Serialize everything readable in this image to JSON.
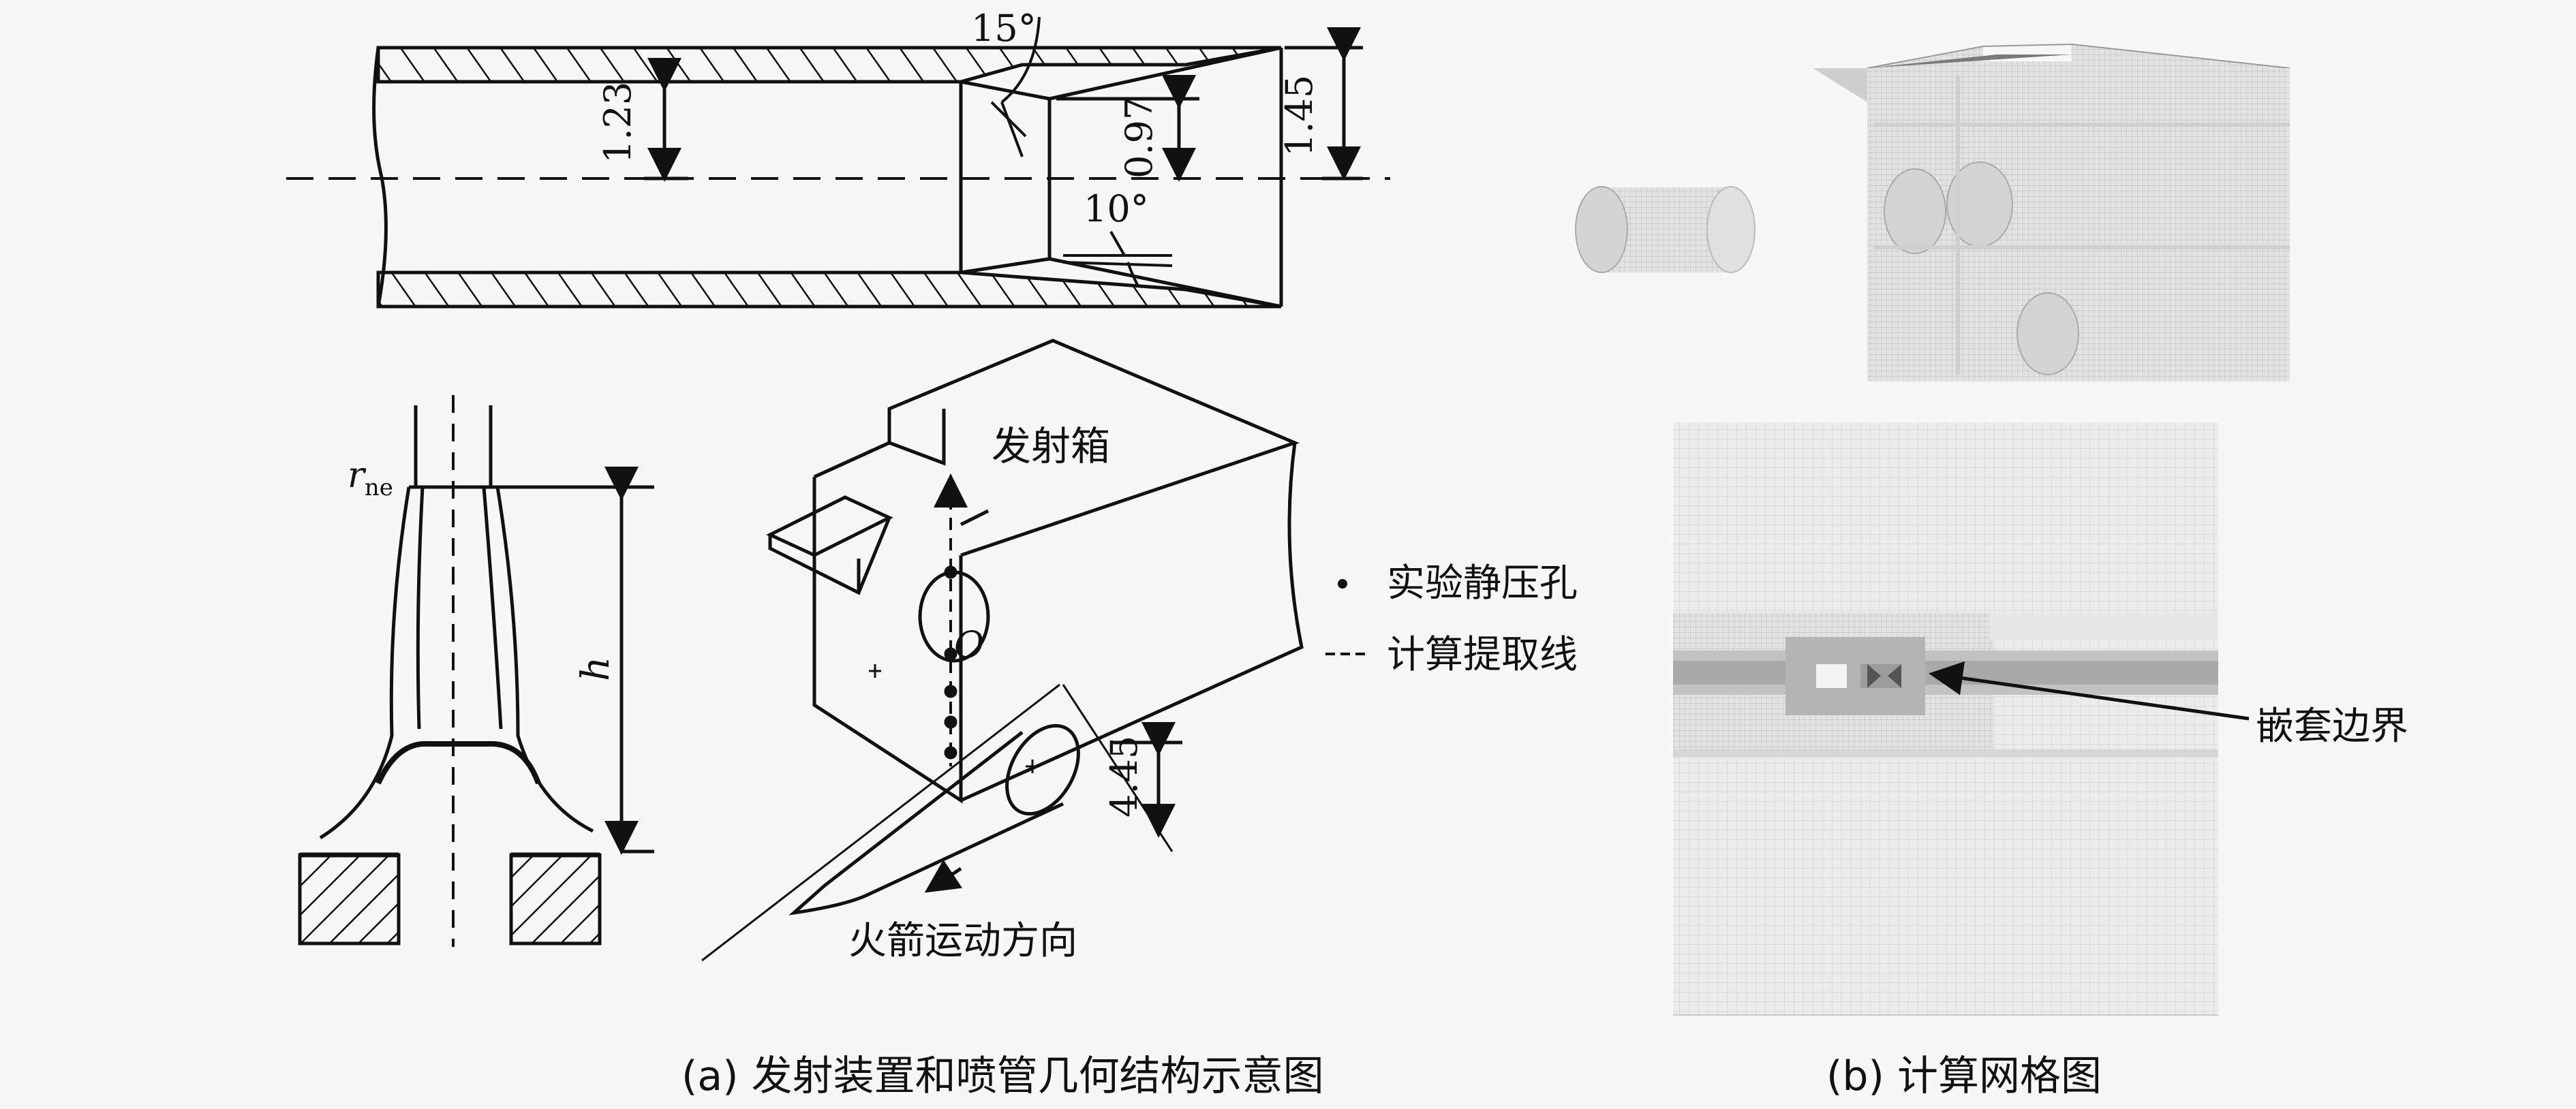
{
  "panel_a": {
    "caption": "(a) 发射装置和喷管几何结构示意图",
    "nozzle_section": {
      "dim_left": "1.23",
      "dim_mid": "0.97",
      "dim_right": "1.45",
      "angle_top": "15°",
      "angle_bottom": "10°"
    },
    "nozzle_profile": {
      "radius_label_main": "r",
      "radius_label_sub": "ne",
      "height_label": "h"
    },
    "launch_box": {
      "title": "发射箱",
      "origin_label": "O",
      "dim_label": "4.45",
      "direction_label": "火箭运动方向"
    },
    "legend": {
      "static_hole": "实验静压孔",
      "extract_line": "计算提取线"
    }
  },
  "panel_b": {
    "caption": "(b) 计算网格图",
    "nested_label": "嵌套边界"
  },
  "colors": {
    "ink": "#111111",
    "mesh_light": "#d8d8d8",
    "mesh_mid": "#bdbdbd",
    "mesh_dark": "#8a8a8a"
  }
}
